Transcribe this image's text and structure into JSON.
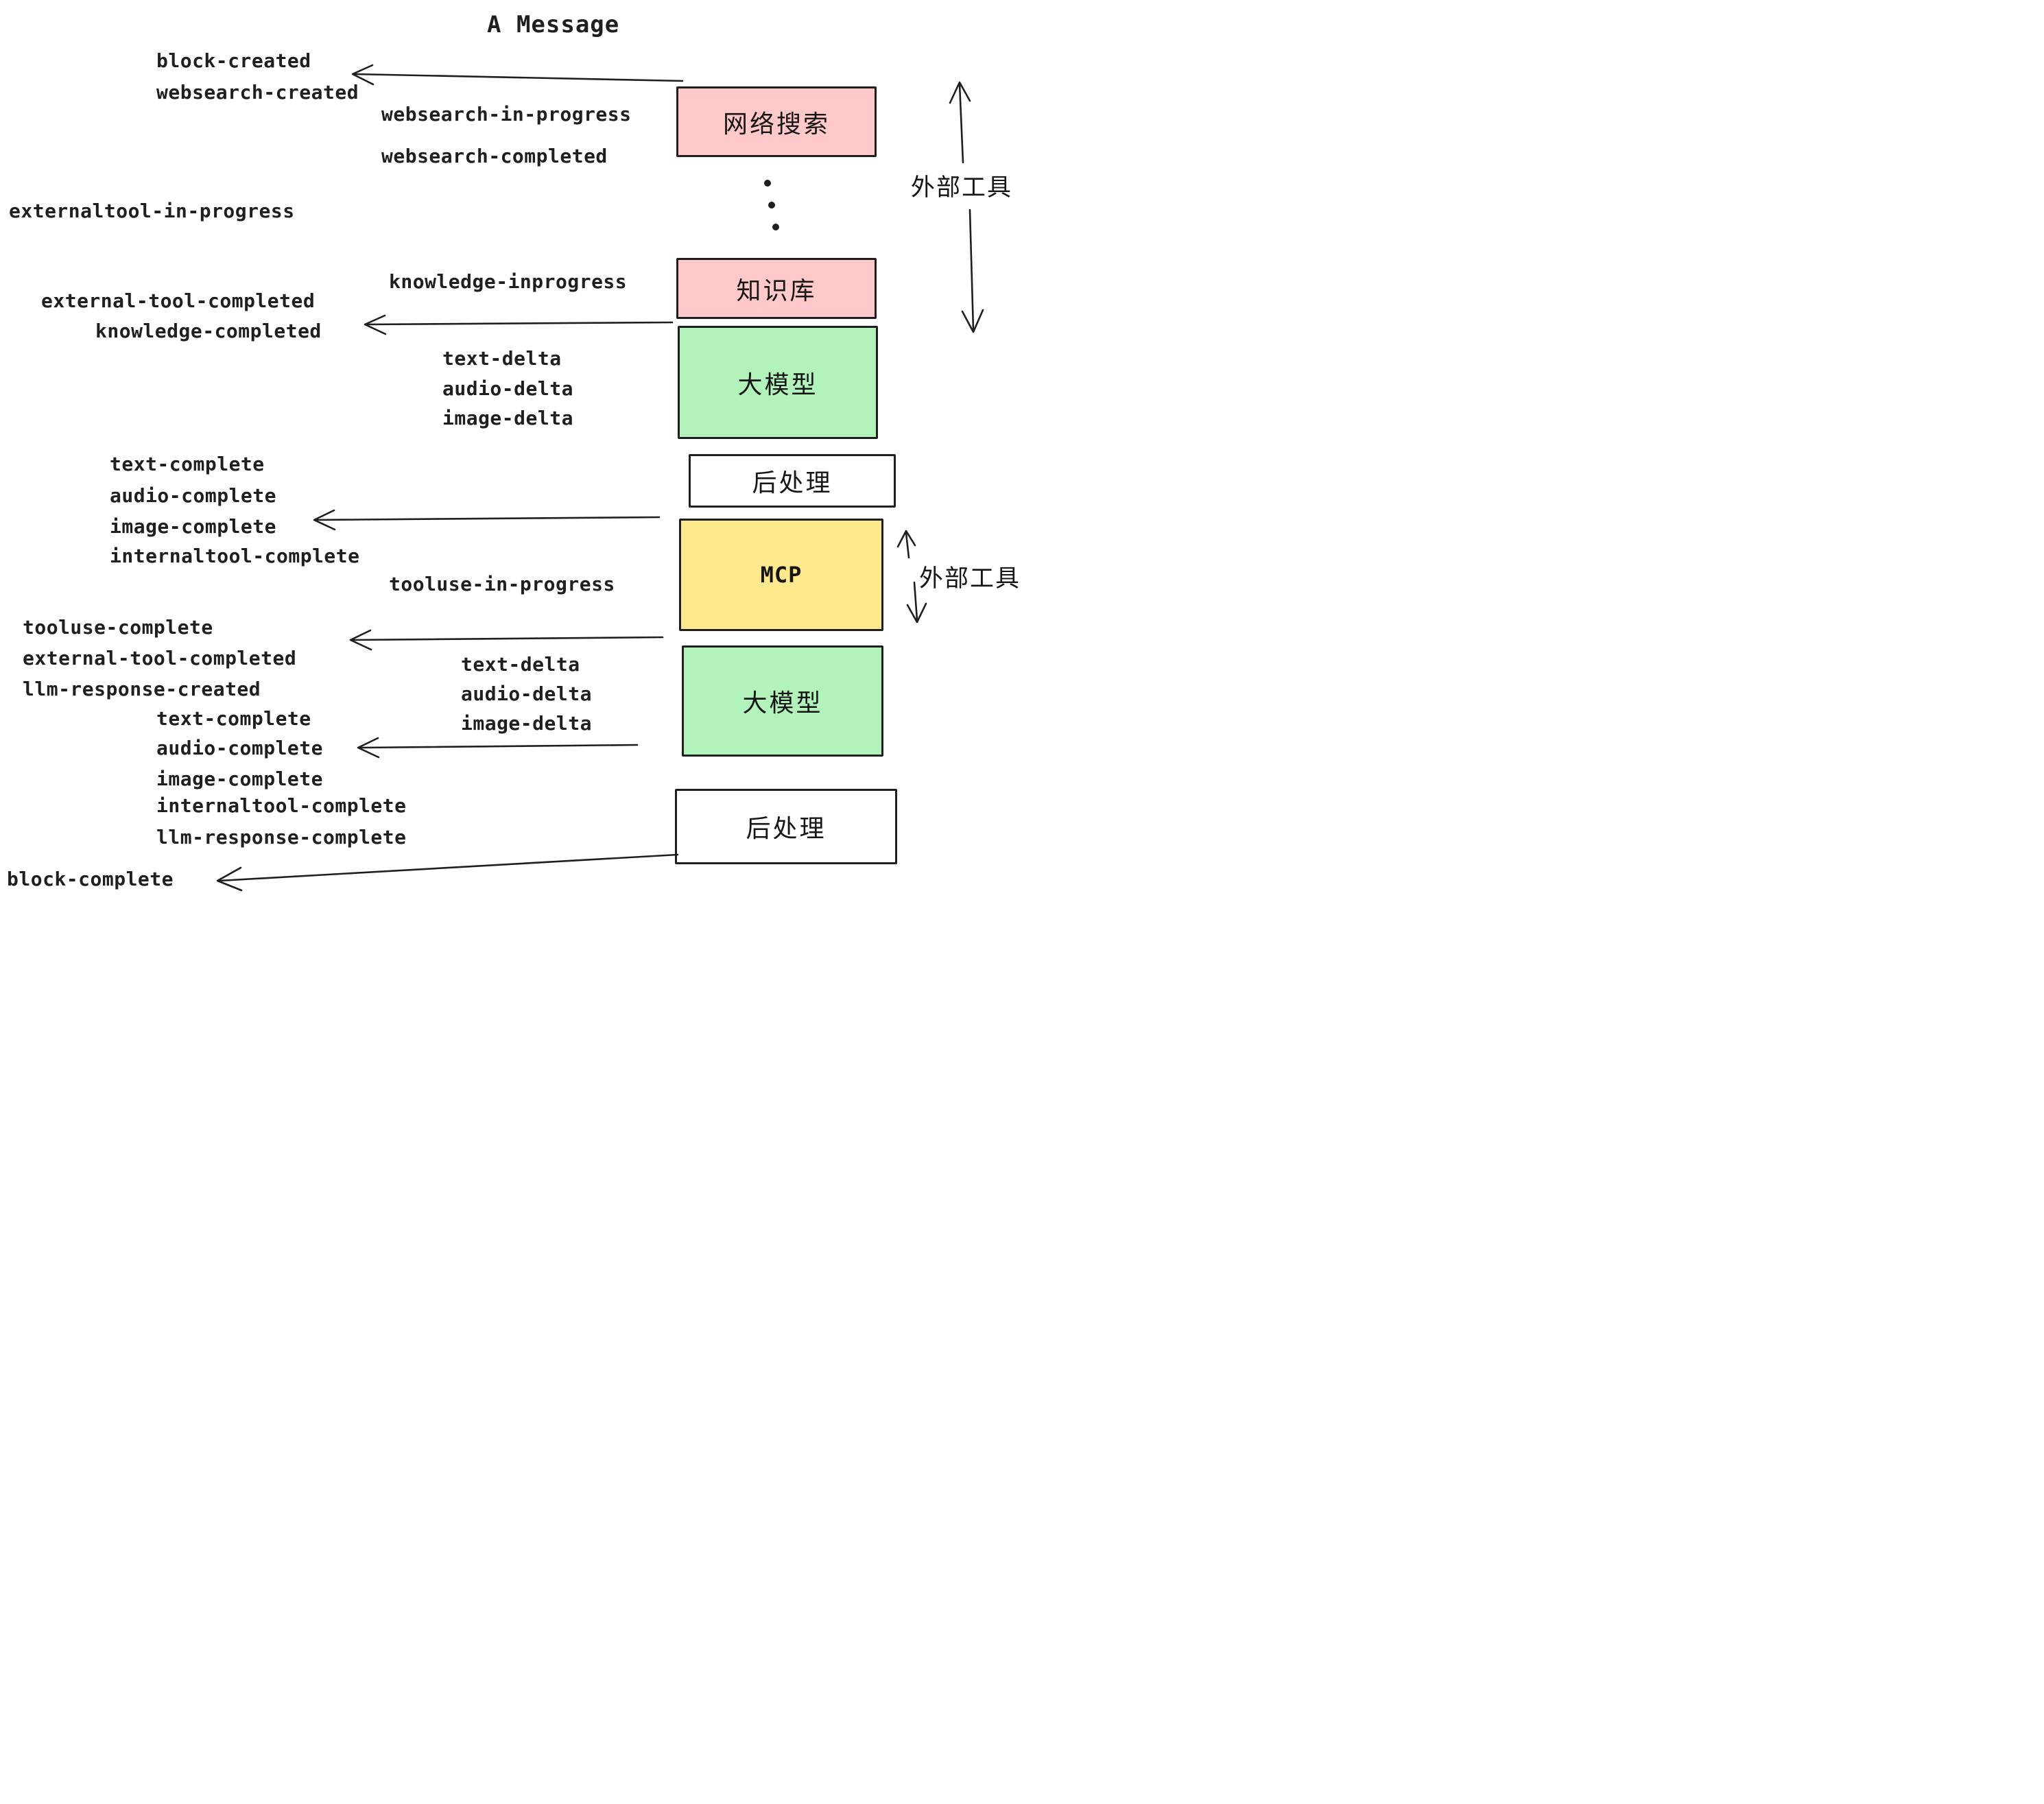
{
  "title": {
    "text": "A Message"
  },
  "colors": {
    "ink": "#1f1f1f",
    "box_border": "#1e1e1e",
    "pink": "#ffc9c9",
    "green": "#b2f2bb",
    "yellow": "#ffe98e",
    "white": "#ffffff"
  },
  "boxes": [
    {
      "id": "websearch",
      "label": "网络搜索",
      "fill": "#ffc9c9"
    },
    {
      "id": "knowledge",
      "label": "知识库",
      "fill": "#ffc9c9"
    },
    {
      "id": "llm-1",
      "label": "大模型",
      "fill": "#b2f2bb"
    },
    {
      "id": "postprocess-1",
      "label": "后处理",
      "fill": "#ffffff"
    },
    {
      "id": "mcp",
      "label": "MCP",
      "fill": "#ffe98e"
    },
    {
      "id": "llm-2",
      "label": "大模型",
      "fill": "#b2f2bb"
    },
    {
      "id": "postprocess-2",
      "label": "后处理",
      "fill": "#ffffff"
    }
  ],
  "side_labels": [
    {
      "id": "external-tools-top",
      "label": "外部工具"
    },
    {
      "id": "external-tools-mcp",
      "label": "外部工具"
    }
  ],
  "events": [
    {
      "id": "block-created",
      "label": "block-created"
    },
    {
      "id": "websearch-created",
      "label": "websearch-created"
    },
    {
      "id": "websearch-in-progress",
      "label": "websearch-in-progress"
    },
    {
      "id": "websearch-completed",
      "label": "websearch-completed"
    },
    {
      "id": "externaltool-in-progress",
      "label": "externaltool-in-progress"
    },
    {
      "id": "knowledge-inprogress",
      "label": "knowledge-inprogress"
    },
    {
      "id": "external-tool-completed-1",
      "label": "external-tool-completed"
    },
    {
      "id": "knowledge-completed",
      "label": "knowledge-completed"
    },
    {
      "id": "text-delta-1",
      "label": "text-delta"
    },
    {
      "id": "audio-delta-1",
      "label": "audio-delta"
    },
    {
      "id": "image-delta-1",
      "label": "image-delta"
    },
    {
      "id": "text-complete-1",
      "label": "text-complete"
    },
    {
      "id": "audio-complete-1",
      "label": "audio-complete"
    },
    {
      "id": "image-complete-1",
      "label": "image-complete"
    },
    {
      "id": "internaltool-complete-1",
      "label": "internaltool-complete"
    },
    {
      "id": "tooluse-in-progress",
      "label": "tooluse-in-progress"
    },
    {
      "id": "tooluse-complete",
      "label": "tooluse-complete"
    },
    {
      "id": "external-tool-completed-2",
      "label": "external-tool-completed"
    },
    {
      "id": "llm-response-created",
      "label": "llm-response-created"
    },
    {
      "id": "text-complete-2",
      "label": "text-complete"
    },
    {
      "id": "audio-complete-2",
      "label": "audio-complete"
    },
    {
      "id": "image-complete-2",
      "label": "image-complete"
    },
    {
      "id": "internaltool-complete-2",
      "label": "internaltool-complete"
    },
    {
      "id": "llm-response-complete",
      "label": "llm-response-complete"
    },
    {
      "id": "block-complete",
      "label": "block-complete"
    }
  ],
  "arrows": [
    {
      "name": "arrow-block-created",
      "direction": "left"
    },
    {
      "name": "arrow-knowledge-completed",
      "direction": "left"
    },
    {
      "name": "arrow-image-complete",
      "direction": "left"
    },
    {
      "name": "arrow-tooluse-complete",
      "direction": "left"
    },
    {
      "name": "arrow-audio-complete",
      "direction": "left"
    },
    {
      "name": "arrow-block-complete",
      "direction": "left-down"
    },
    {
      "name": "arrow-external-tools-up-top",
      "direction": "up"
    },
    {
      "name": "arrow-external-tools-down-top",
      "direction": "down"
    },
    {
      "name": "arrow-external-tools-up-mcp",
      "direction": "up"
    },
    {
      "name": "arrow-external-tools-down-mcp",
      "direction": "down"
    }
  ]
}
